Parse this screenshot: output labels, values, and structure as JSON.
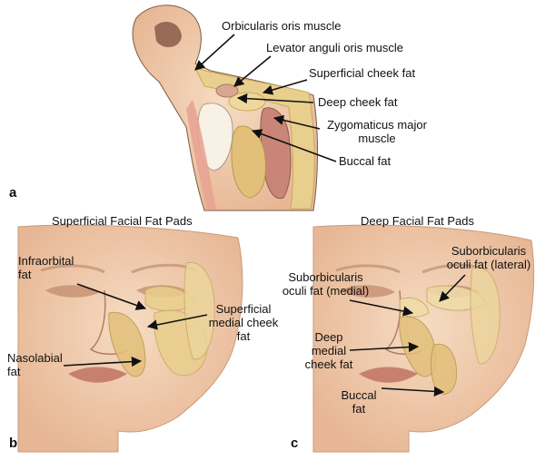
{
  "colors": {
    "skin": "#f2cfb0",
    "skin_dark": "#d99f80",
    "fat": "#e9cf8d",
    "fat_dark": "#c9a860",
    "muscle": "#c98577",
    "outline": "#7a5a45"
  },
  "panel_a": {
    "letter": "a",
    "labels": {
      "orbicularis": "Orbicularis oris muscle",
      "levator": "Levator anguli oris muscle",
      "superficial_cheek": "Superficial cheek fat",
      "deep_cheek": "Deep cheek fat",
      "zygomaticus": "Zygomaticus major\nmuscle",
      "buccal": "Buccal fat"
    }
  },
  "panel_b": {
    "letter": "b",
    "title": "Superficial Facial Fat Pads",
    "labels": {
      "infraorbital": "Infraorbital\nfat",
      "superficial_medial": "Superficial\nmedial cheek\nfat",
      "nasolabial": "Nasolabial\nfat"
    }
  },
  "panel_c": {
    "letter": "c",
    "title": "Deep Facial Fat Pads",
    "labels": {
      "suborb_lateral": "Suborbicularis\noculi fat (lateral)",
      "suborb_medial": "Suborbicularis\noculi fat (medial)",
      "deep_medial": "Deep\nmedial\ncheek fat",
      "buccal": "Buccal\nfat"
    }
  }
}
